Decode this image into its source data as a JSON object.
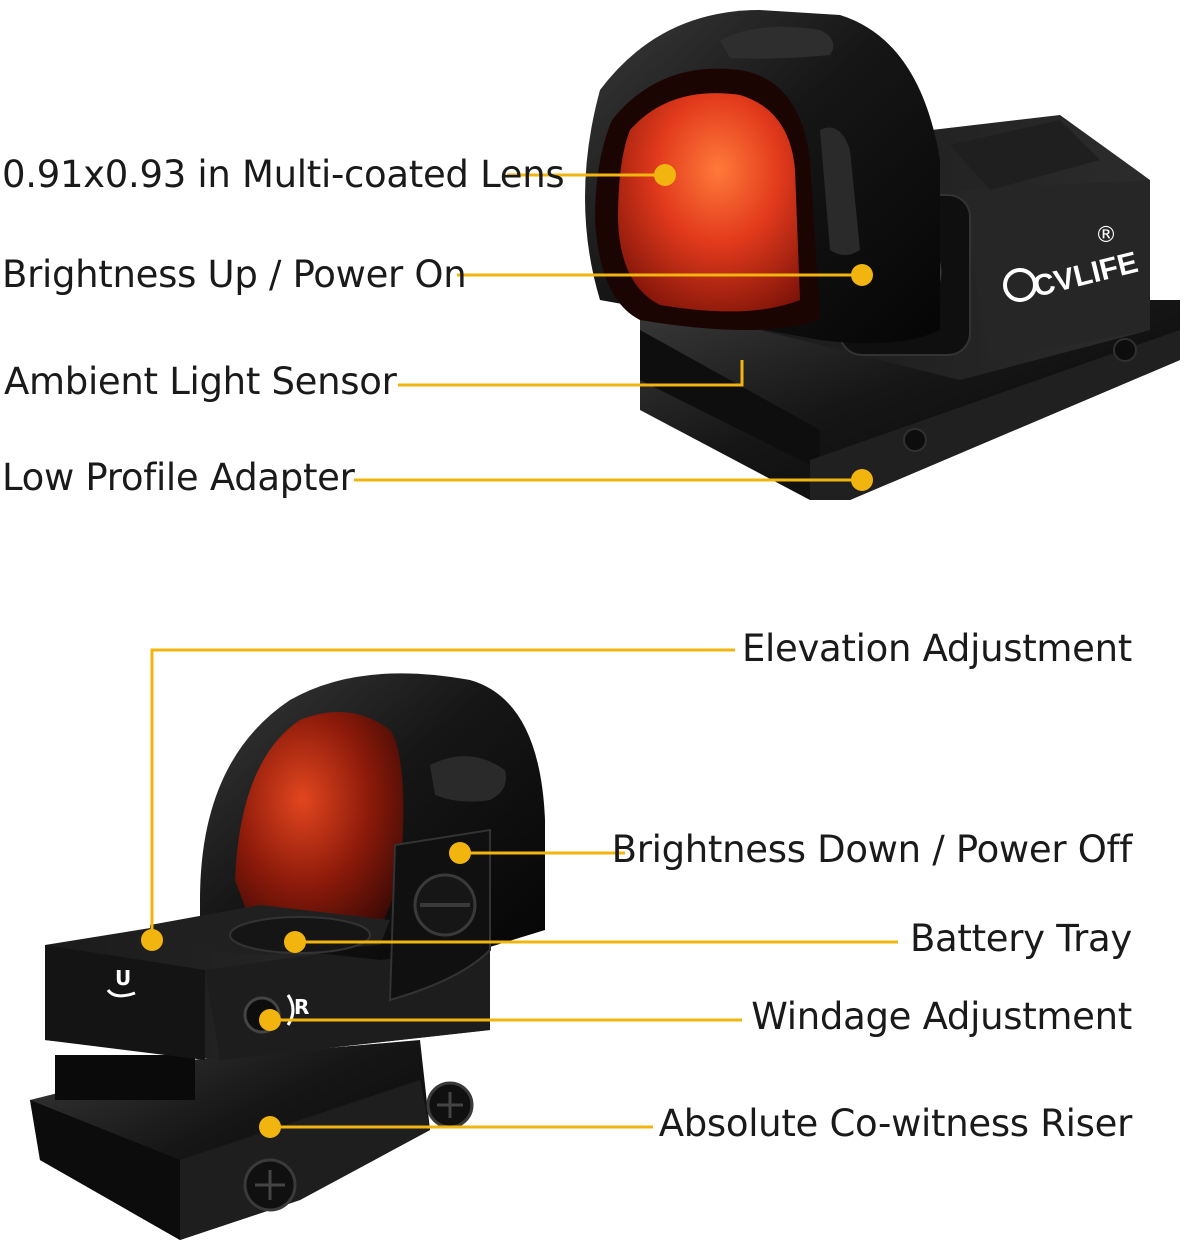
{
  "brand": {
    "logo_text": "CVLIFE",
    "registered_mark": "®"
  },
  "colors": {
    "accent_callout": "#f2b50f",
    "lens_red": "#d6361d",
    "body_black": "#141414",
    "text": "#1a1a1a",
    "background": "#ffffff"
  },
  "top_view_callouts": [
    {
      "label": "0.91x0.93 in  Multi-coated Lens"
    },
    {
      "label": "Brightness Up / Power On"
    },
    {
      "label": "Ambient Light Sensor"
    },
    {
      "label": "Low Profile Adapter"
    }
  ],
  "bottom_view_callouts": [
    {
      "label": "Elevation Adjustment"
    },
    {
      "label": "Brightness Down / Power Off"
    },
    {
      "label": "Battery Tray"
    },
    {
      "label": "Windage Adjustment"
    },
    {
      "label": "Absolute Co-witness Riser"
    }
  ],
  "adjustment_marks": {
    "up": "U",
    "right": "R"
  },
  "icons": {
    "plus_button": "plus-icon",
    "minus_button": "minus-icon"
  }
}
